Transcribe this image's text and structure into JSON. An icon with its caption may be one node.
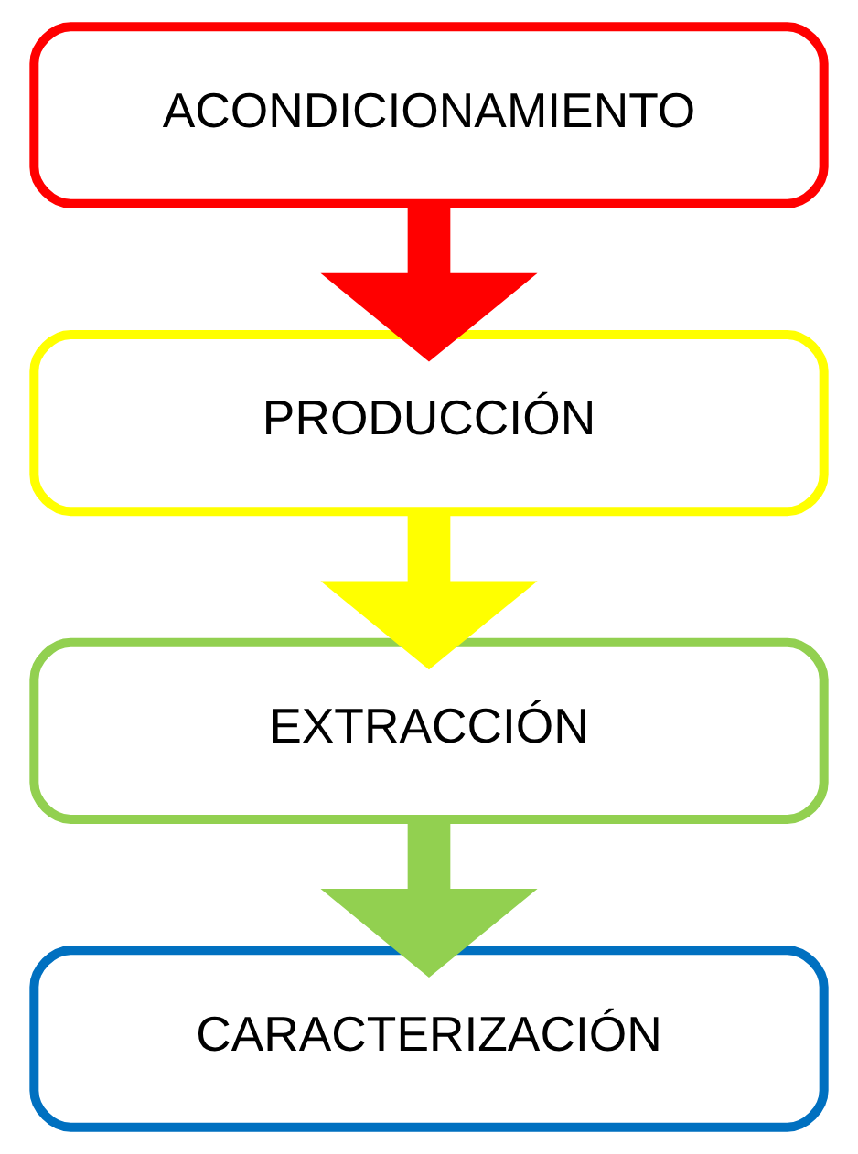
{
  "diagram": {
    "nodes": [
      {
        "text": [
          "ACONDICIONAMIENTO"
        ]
      },
      {
        "text": [
          "PRODUCCIÓN"
        ]
      },
      {
        "text": [
          "EXTRACCIÓN"
        ]
      },
      {
        "text": [
          "CARACTERIZACIÓN"
        ]
      }
    ],
    "edges": [
      {
        "from": 0,
        "to": 1,
        "arrow": "to",
        "color": "#ff0000"
      },
      {
        "from": 1,
        "to": 2,
        "arrow": "to",
        "color": "#ffff00"
      },
      {
        "from": 2,
        "to": 3,
        "arrow": "to",
        "color": "#92d050"
      }
    ]
  }
}
